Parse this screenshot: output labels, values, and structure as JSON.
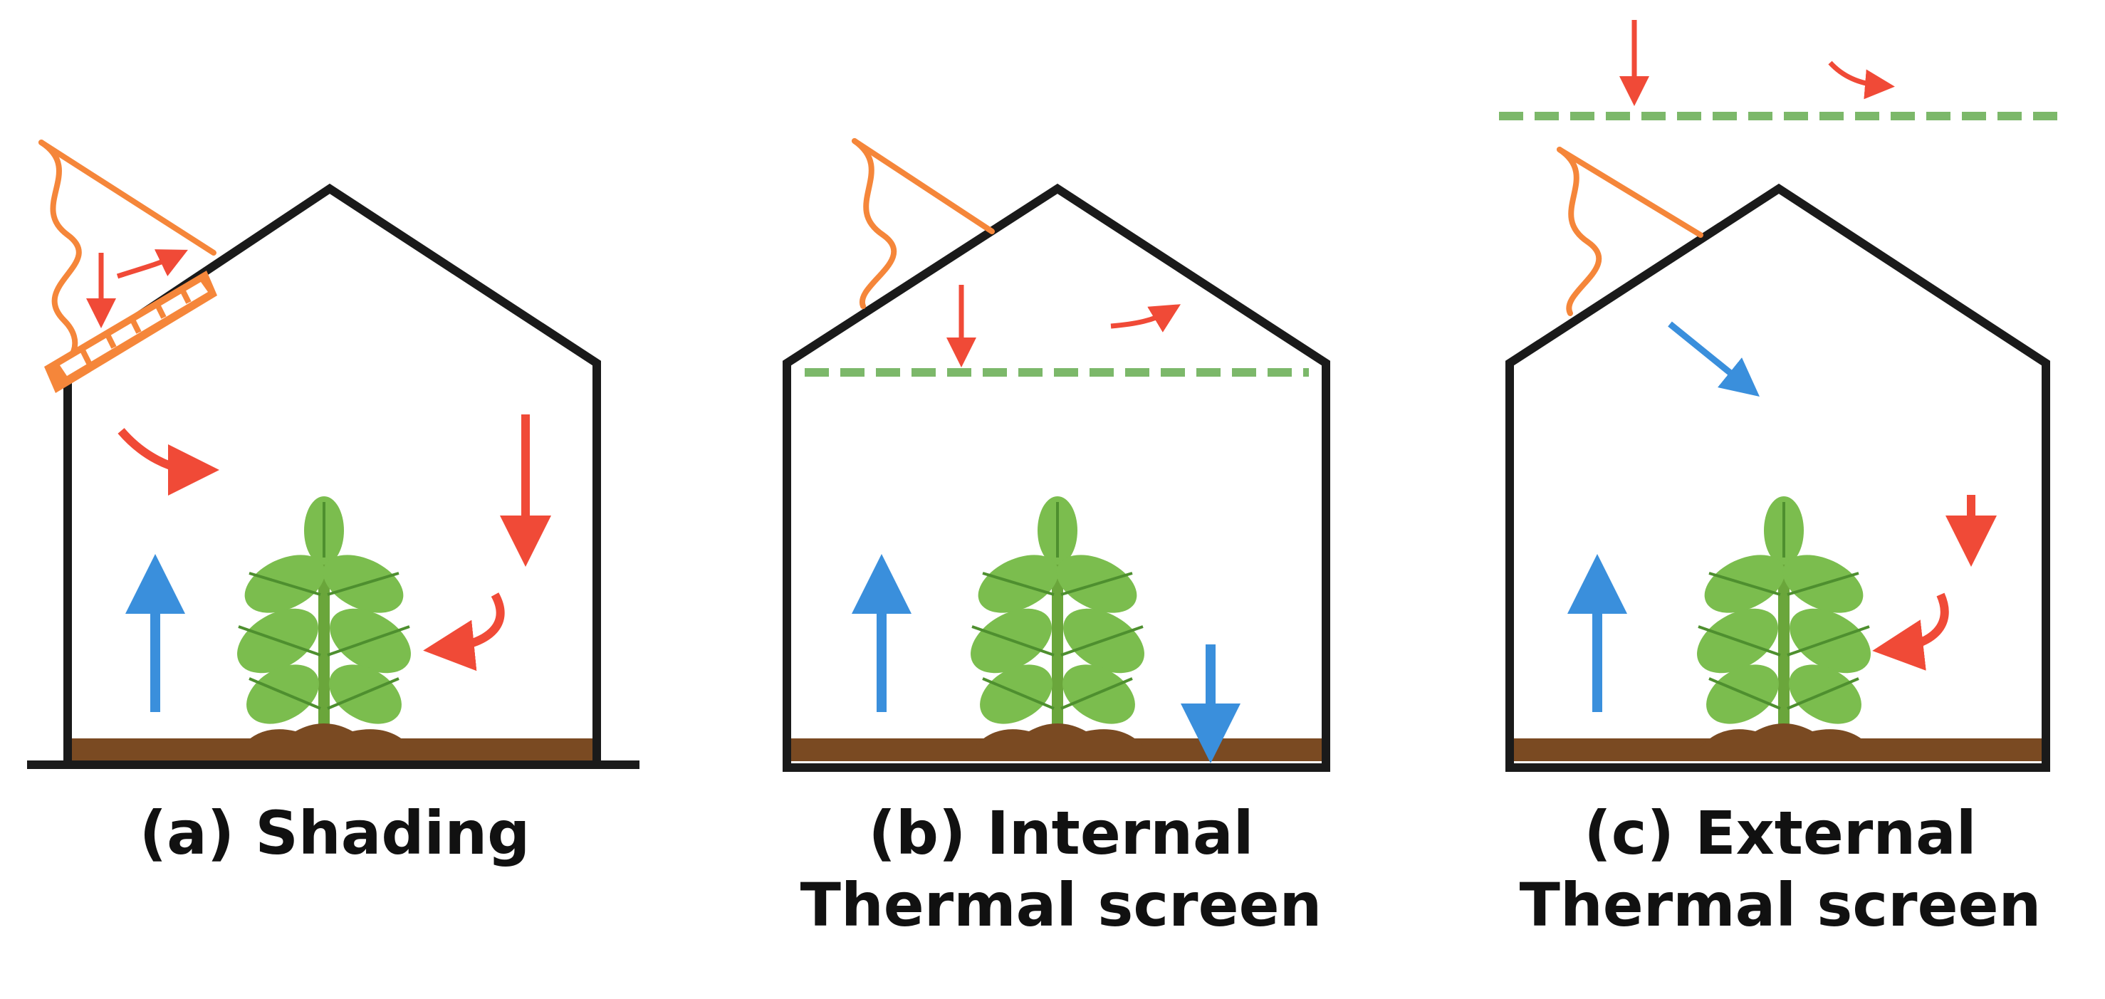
{
  "panels": [
    {
      "id": "a",
      "caption_lines": [
        "(a) Shading"
      ]
    },
    {
      "id": "b",
      "caption_lines": [
        "(b) Internal",
        "Thermal screen"
      ]
    },
    {
      "id": "c",
      "caption_lines": [
        "(c) External",
        "Thermal screen"
      ]
    }
  ],
  "colors": {
    "outline": "#1a1a1a",
    "soil": "#7a4a22",
    "sun": "#f5863a",
    "red_arrow": "#f04a37",
    "blue_arrow": "#3a8fdc",
    "screen": "#7cb86a",
    "leaf": "#7bbd4e",
    "leaf_dark": "#4e8f2f",
    "stem": "#6aa63b"
  },
  "icons": [
    "sun-ray-icon",
    "plant-icon",
    "shading-panel-icon",
    "heat-arrow-icon",
    "thermal-screen-icon"
  ]
}
